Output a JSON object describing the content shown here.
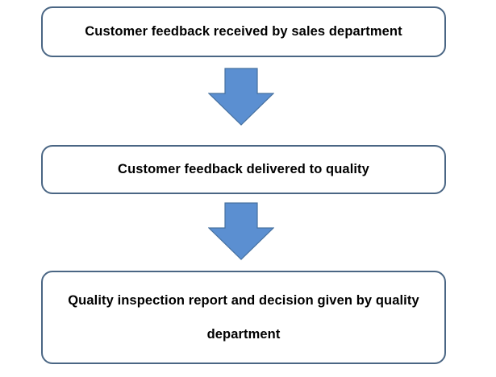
{
  "flowchart": {
    "steps": [
      {
        "label": "Customer feedback received by sales department"
      },
      {
        "label": "Customer feedback delivered to quality"
      },
      {
        "label": "Quality inspection report and decision given by quality department"
      }
    ],
    "colors": {
      "box_border": "#4a6684",
      "arrow_fill": "#5b8fd1",
      "arrow_stroke": "#46709f"
    }
  }
}
